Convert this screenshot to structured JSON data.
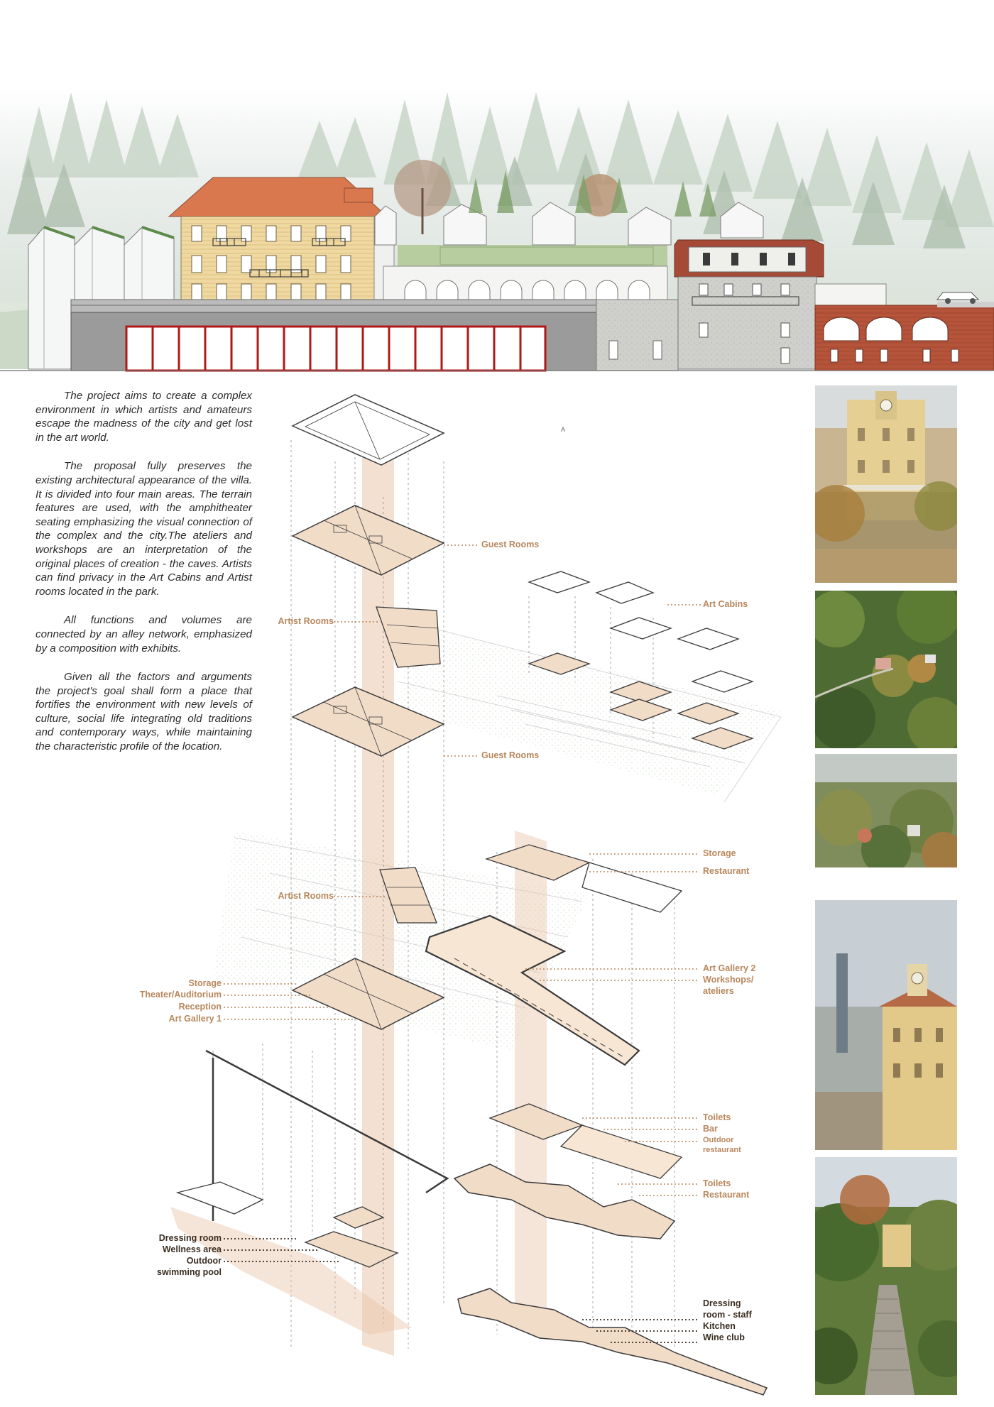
{
  "description": {
    "paragraphs": [
      "The project aims to create a complex environment in which artists and amateurs escape the madness of the city and get lost in the art world.",
      "The proposal fully preserves the existing architectural appearance of the villa. It is divided into four main areas. The terrain features are used, with the amphitheater seating emphasizing the visual connection of the complex and the city.The ateliers and workshops are an interpretation of the original places of creation - the caves. Artists can find privacy in the Art Cabins and Artist rooms located in the park.",
      "All functions and volumes are connected by an alley network, emphasized by a composition with exhibits.",
      "Given all the factors and arguments the project's goal shall form a place that fortifies the environment with new levels of culture, social life integrating old traditions and contemporary ways, while maintaining the characteristic profile of the location."
    ]
  },
  "north_marker": "A",
  "labels": {
    "guest_rooms_top": "Guest Rooms",
    "art_cabins": "Art Cabins",
    "artist_rooms_top": "Artist Rooms",
    "guest_rooms_mid": "Guest Rooms",
    "storage_top": "Storage",
    "restaurant_top": "Restaurant",
    "artist_rooms_mid": "Artist Rooms",
    "storage_left": "Storage",
    "theater": "Theater/Auditorium",
    "reception": "Reception",
    "art_gallery_1": "Art Gallery 1",
    "art_gallery_2": "Art Gallery 2",
    "workshops_1": "Workshops/",
    "workshops_2": "ateliers",
    "toilets_1": "Toilets",
    "bar": "Bar",
    "outdoor_rest_1": "Outdoor",
    "outdoor_rest_2": "restaurant",
    "toilets_2": "Toilets",
    "restaurant_low": "Restaurant",
    "dressing_room": "Dressing room",
    "wellness": "Wellness area",
    "outdoor_pool_1": "Outdoor",
    "outdoor_pool_2": "swimming pool",
    "dressing_staff_1": "Dressing",
    "dressing_staff_2": "room - staff",
    "kitchen": "Kitchen",
    "wine_club": "Wine club"
  },
  "colors": {
    "label_accent": "#b8875c",
    "label_dark": "#3a2d20",
    "roof_terracotta": "#d9774e",
    "villa_yellow": "#efd9a0",
    "brick": "#b5543a",
    "circulation_core": "#e9c6aa"
  }
}
